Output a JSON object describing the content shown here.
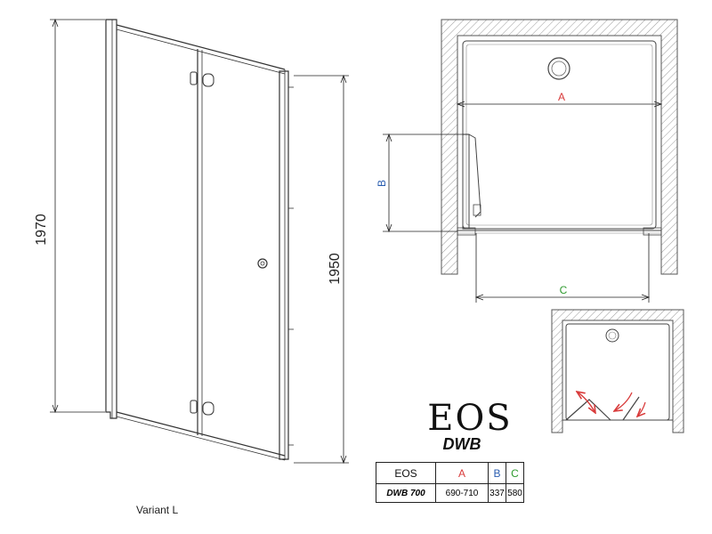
{
  "dimensions": {
    "height_left": "1970",
    "height_right": "1950",
    "a": "A",
    "b": "B",
    "c": "C"
  },
  "brand": "EOS",
  "model": "DWB",
  "table": {
    "headers": [
      "EOS",
      "A",
      "B",
      "C"
    ],
    "header_colors": [
      "#111111",
      "#d83a3a",
      "#2a5db0",
      "#2e9a2e"
    ],
    "rows": [
      [
        "DWB 700",
        "690-710",
        "337",
        "580"
      ]
    ]
  },
  "variant": "Variant L"
}
